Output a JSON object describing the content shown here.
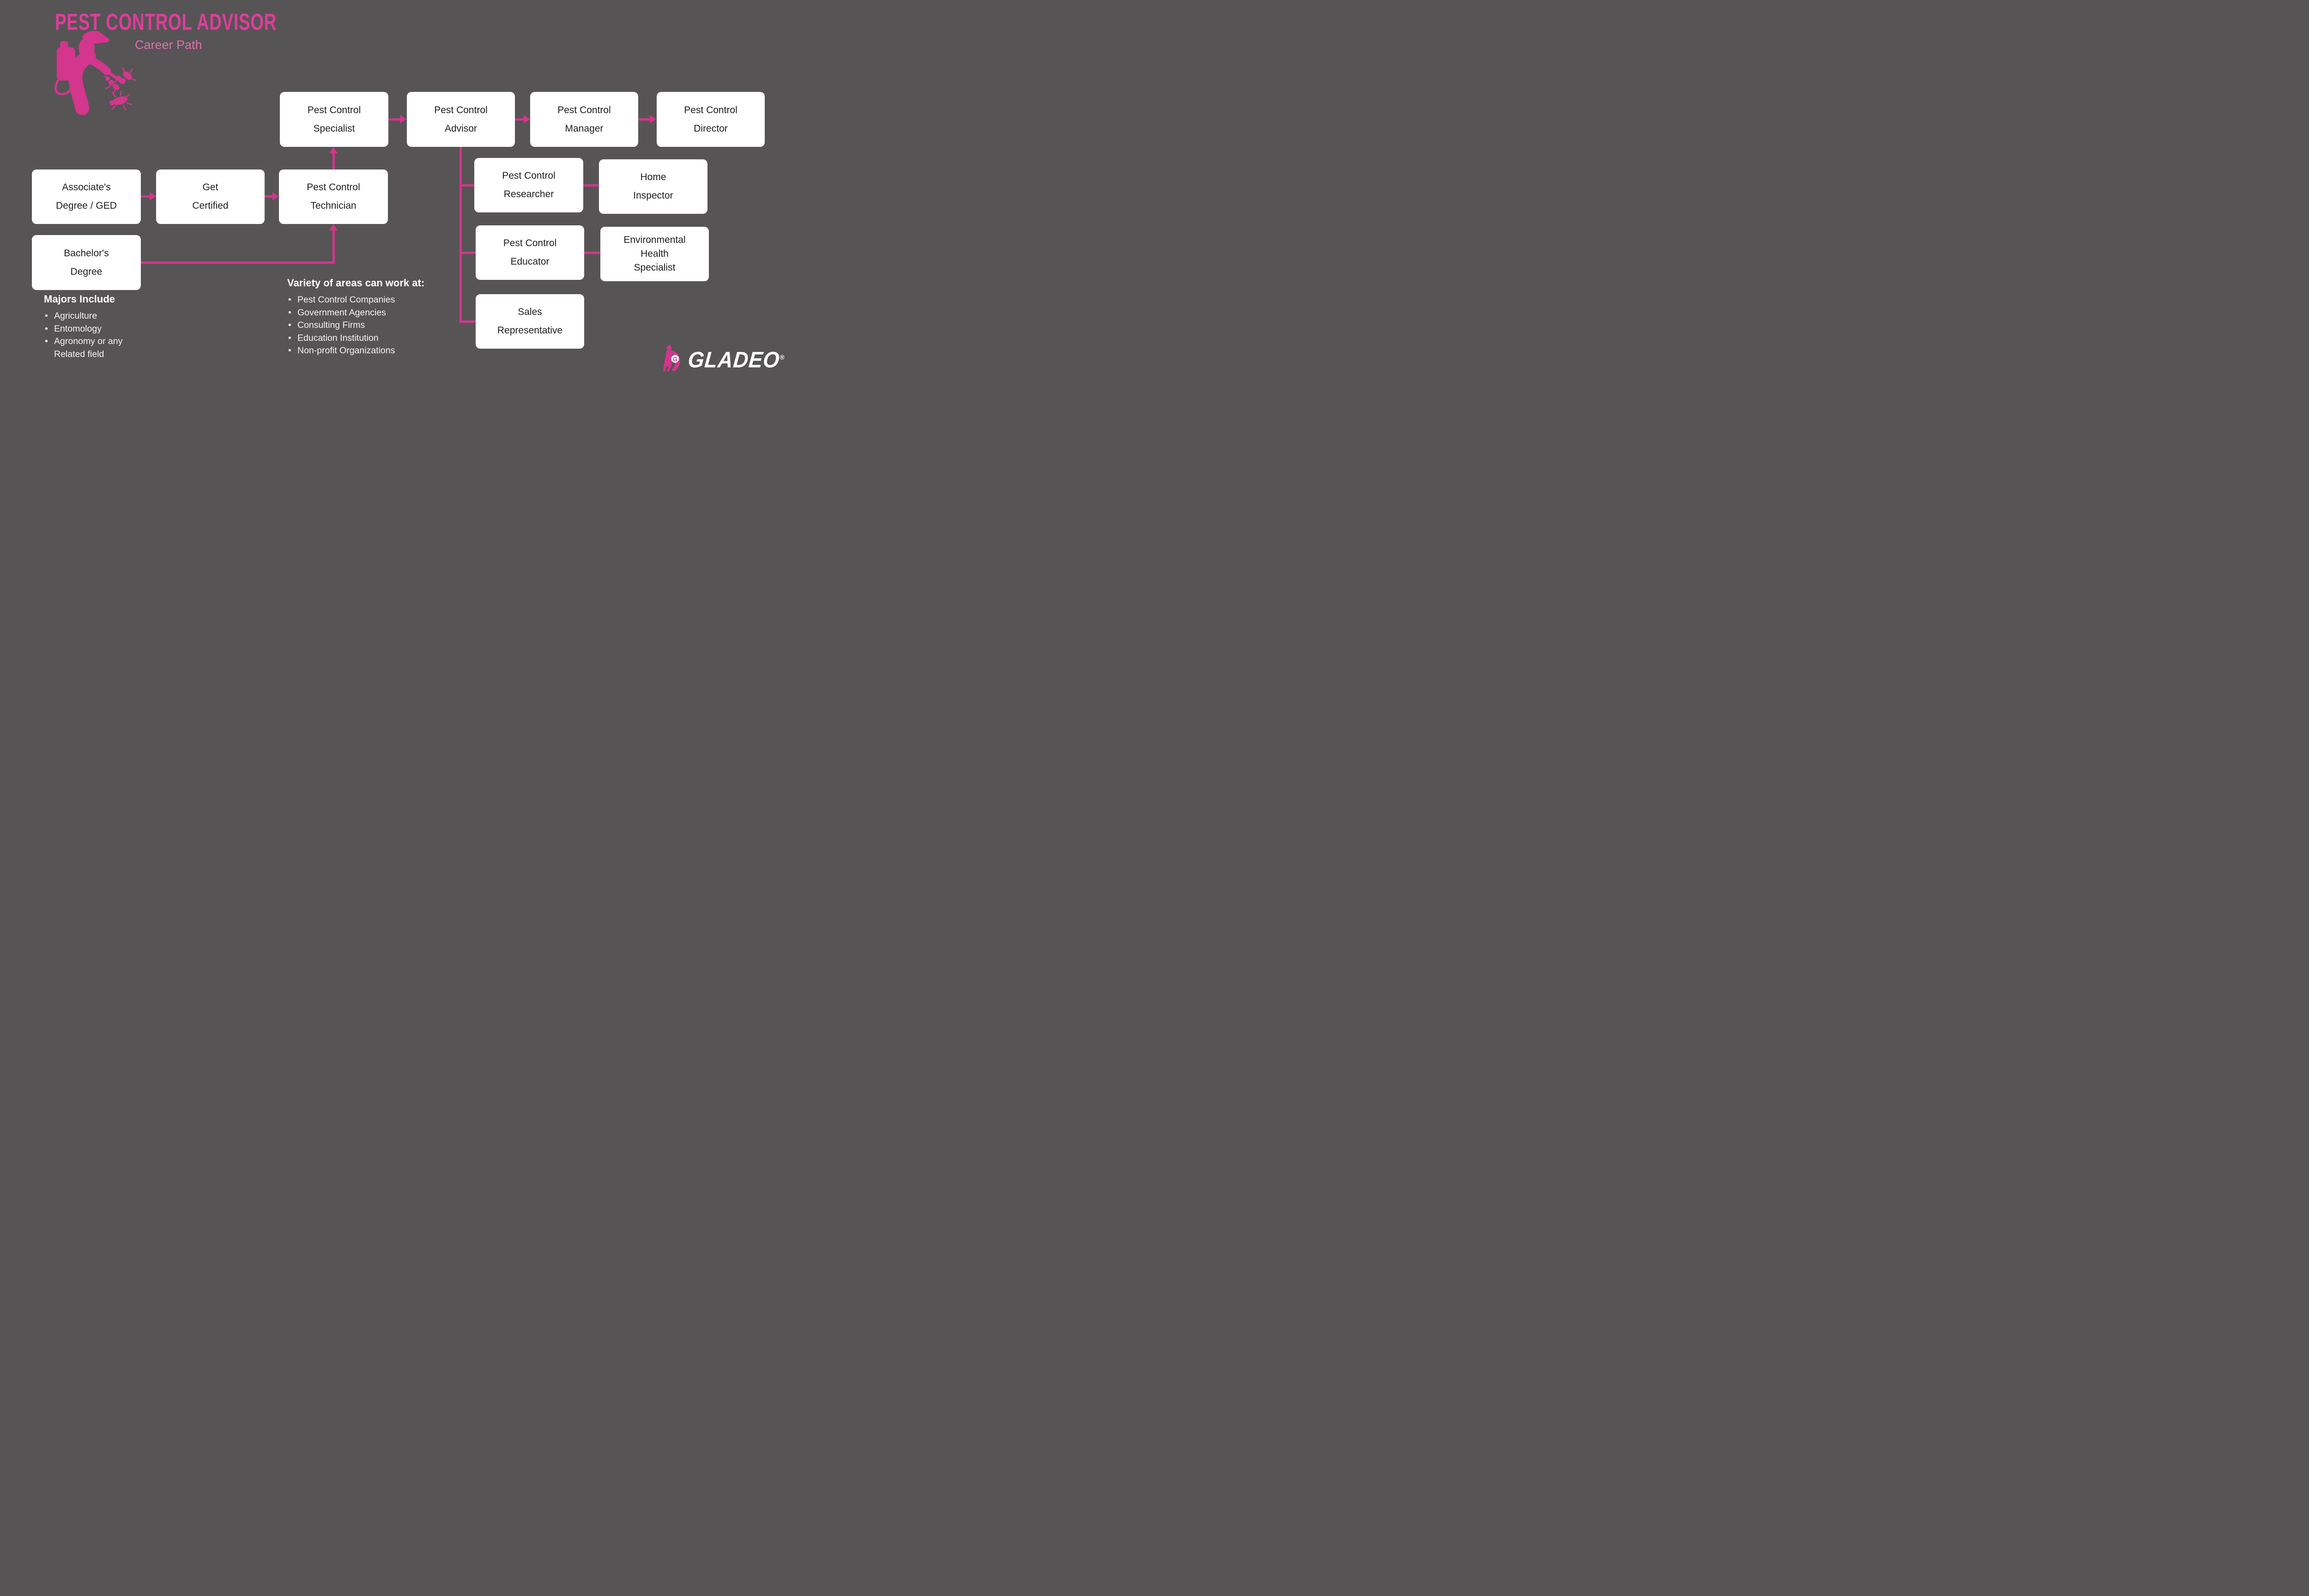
{
  "header": {
    "title": "PEST CONTROL ADVISOR",
    "subtitle": "Career Path"
  },
  "boxes": {
    "associates": "Associate's\nDegree / GED",
    "get_certified": "Get\nCertified",
    "technician": "Pest Control\nTechnician",
    "specialist": "Pest Control\nSpecialist",
    "advisor": "Pest Control\nAdvisor",
    "manager": "Pest Control\nManager",
    "director": "Pest Control\nDirector",
    "bachelors": "Bachelor's\nDegree",
    "researcher": "Pest Control\nResearcher",
    "home_inspector": "Home\nInspector",
    "educator": "Pest Control\nEducator",
    "env_health": "Environmental\nHealth\nSpecialist",
    "sales_rep": "Sales\nRepresentative"
  },
  "majors": {
    "heading": "Majors Include",
    "items": [
      "Agriculture",
      "Entomology",
      "Agronomy or  any\nRelated field"
    ]
  },
  "work_areas": {
    "heading": "Variety of areas can work at:",
    "items": [
      "Pest Control Companies",
      "Government Agencies",
      "Consulting Firms",
      "Education Institution",
      "Non-profit Organizations"
    ]
  },
  "logo": {
    "brand": "GLADEO",
    "registered": "®",
    "mascot_letter": "G"
  },
  "connections": [
    {
      "from": "associates",
      "to": "get_certified",
      "type": "arrow"
    },
    {
      "from": "get_certified",
      "to": "technician",
      "type": "arrow"
    },
    {
      "from": "bachelors",
      "to": "technician",
      "type": "arrow"
    },
    {
      "from": "technician",
      "to": "specialist",
      "type": "arrow"
    },
    {
      "from": "specialist",
      "to": "advisor",
      "type": "arrow"
    },
    {
      "from": "advisor",
      "to": "manager",
      "type": "arrow"
    },
    {
      "from": "manager",
      "to": "director",
      "type": "arrow"
    },
    {
      "from": "advisor",
      "to": "researcher",
      "type": "line"
    },
    {
      "from": "advisor",
      "to": "educator",
      "type": "line"
    },
    {
      "from": "advisor",
      "to": "sales_rep",
      "type": "line"
    },
    {
      "from": "researcher",
      "to": "home_inspector",
      "type": "line"
    },
    {
      "from": "educator",
      "to": "env_health",
      "type": "line"
    }
  ],
  "colors": {
    "background": "#575455",
    "accent_pink": "#D3368C",
    "title_pink": "#DF3D9B",
    "subtitle_pink": "#DB6FAD",
    "box_bg": "#FFFFFF",
    "box_text": "#1F1D1E",
    "body_text": "#F4F2F3"
  }
}
